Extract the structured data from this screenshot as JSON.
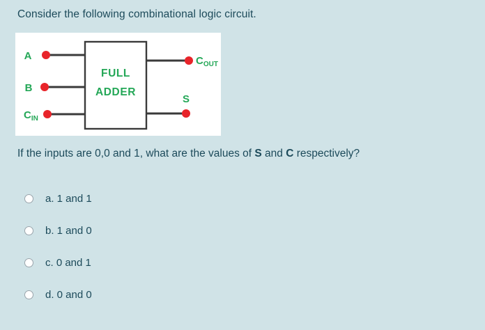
{
  "page": {
    "background_color": "#d0e3e7",
    "text_color": "#1c4a5a"
  },
  "prompt": {
    "text": "Consider the following combinational logic circuit."
  },
  "figure": {
    "background_color": "#ffffff",
    "accent_green": "#24a757",
    "dot_red": "#e8242a",
    "wire_color": "#3a3a3a",
    "block_label_line1": "FULL",
    "block_label_line2": "ADDER",
    "inputs": [
      {
        "name": "A",
        "sub": ""
      },
      {
        "name": "B",
        "sub": ""
      },
      {
        "name": "C",
        "sub": "IN"
      }
    ],
    "outputs": [
      {
        "name": "C",
        "sub": "OUT"
      },
      {
        "name": "S",
        "sub": ""
      }
    ]
  },
  "question": {
    "prefix": "If the inputs are 0,0 and 1, what are the values of ",
    "bold1": "S",
    "middle": " and ",
    "bold2": "C",
    "suffix": " respectively?"
  },
  "options": [
    {
      "label": "a. 1 and 1",
      "selected": false
    },
    {
      "label": "b. 1 and 0",
      "selected": false
    },
    {
      "label": "c. 0 and 1",
      "selected": false
    },
    {
      "label": "d. 0 and 0",
      "selected": false
    }
  ]
}
